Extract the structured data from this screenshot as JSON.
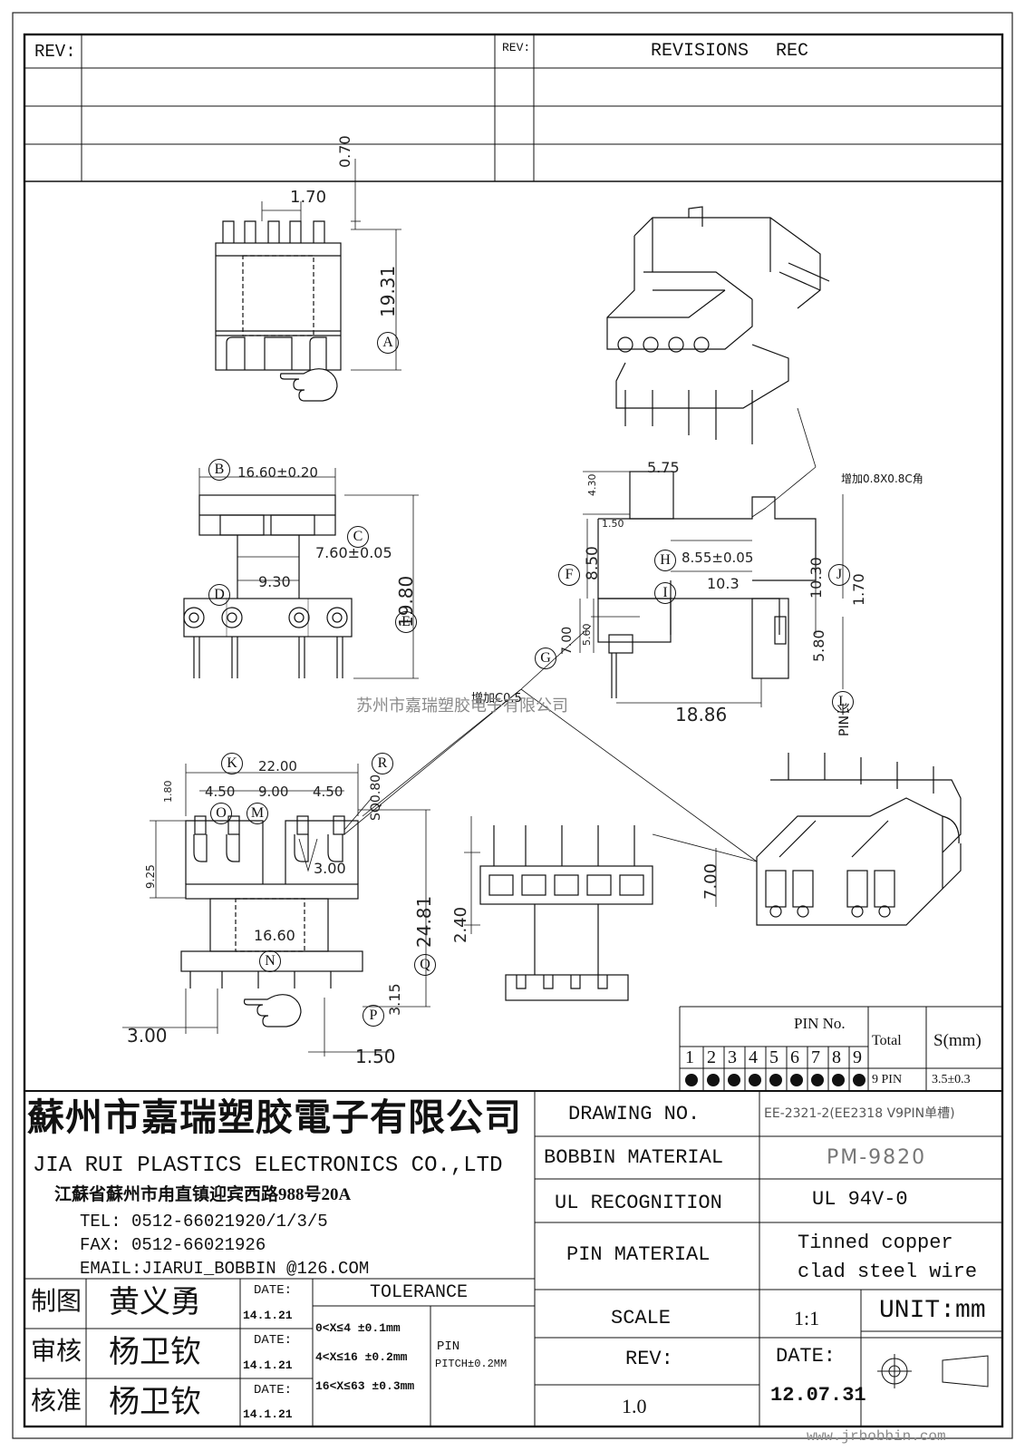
{
  "revision_block": {
    "rev_label_left": "REV:",
    "rev_label_right": "REV:",
    "revisions_header": "REVISIONS",
    "rec_header": "REC"
  },
  "dimensions": {
    "d_0_70": "0.70",
    "d_1_70_top": "1.70",
    "d_19_31": "19.31",
    "d_16_60_020": "16.60±0.20",
    "d_7_60_005": "7.60±0.05",
    "d_9_30": "9.30",
    "d_19_80": "19.80",
    "d_5_75": "5.75",
    "d_4_30": "4.30",
    "d_1_50": "1.50",
    "d_8_50": "8.50",
    "d_8_55_005": "8.55±0.05",
    "d_10_3": "10.3",
    "d_10_30": "10.30",
    "d_1_70_right": "1.70",
    "d_7_00_left": "7.00",
    "d_5_60": "5.60",
    "d_5_80": "5.80",
    "d_18_86": "18.86",
    "d_22_00": "22.00",
    "d_1_80": "1.80",
    "d_4_50_a": "4.50",
    "d_9_00": "9.00",
    "d_4_50_b": "4.50",
    "d_sq0_80": "SQ0.80",
    "d_9_25": "9.25",
    "d_3_00_inner": "3.00",
    "d_16_60": "16.60",
    "d_24_81": "24.81",
    "d_3_15": "3.15",
    "d_3_00": "3.00",
    "d_1_50_bottom": "1.50",
    "d_2_40": "2.40",
    "d_7_00_right": "7.00"
  },
  "callouts": {
    "A": "A",
    "B": "B",
    "C": "C",
    "D": "D",
    "E": "E",
    "F": "F",
    "G": "G",
    "H": "H",
    "I": "I",
    "J": "J",
    "K": "K",
    "L": "L",
    "M": "M",
    "N": "N",
    "O": "O",
    "P": "P",
    "Q": "Q",
    "R": "R"
  },
  "notes": {
    "chamfer_note": "增加0.8X0.8C角",
    "c05_note": "增加C0.5",
    "pin_length": "PIN长",
    "watermark_company": "苏州市嘉瑞塑胶电子有限公司"
  },
  "pin_table": {
    "header": "PIN No.",
    "total_header": "Total",
    "s_header": "S(mm)",
    "pins": [
      "1",
      "2",
      "3",
      "4",
      "5",
      "6",
      "7",
      "8",
      "9"
    ],
    "present": [
      true,
      true,
      true,
      true,
      true,
      true,
      true,
      true,
      true
    ],
    "total_value": "9 PIN",
    "s_value": "3.5±0.3"
  },
  "company": {
    "name_cn": "蘇州市嘉瑞塑胶電子有限公司",
    "name_en": "JIA RUI PLASTICS ELECTRONICS CO.,LTD",
    "address": "江蘇省蘇州市甪直镇迎宾西路988号20A",
    "tel": "TEL: 0512-66021920/1/3/5",
    "fax": "FAX: 0512-66021926",
    "email": "EMAIL:JIARUI_BOBBIN @126.COM"
  },
  "approvals": [
    {
      "role": "制图",
      "name": "黄义勇",
      "date_label": "DATE:",
      "date": "14.1.21"
    },
    {
      "role": "审核",
      "name": "杨卫钦",
      "date_label": "DATE:",
      "date": "14.1.21"
    },
    {
      "role": "核准",
      "name": "杨卫钦",
      "date_label": "DATE:",
      "date": "14.1.21"
    }
  ],
  "tolerance": {
    "header": "TOLERANCE",
    "rows": [
      "0<X≤4  ±0.1mm",
      "4<X≤16 ±0.2mm",
      "16<X≤63 ±0.3mm"
    ],
    "pin_label": "PIN",
    "pitch": "PITCH±0.2MM"
  },
  "title_block": {
    "drawing_no_label": "DRAWING   NO.",
    "drawing_no": "EE-2321-2(EE2318  V9PIN单槽)",
    "bobbin_label": "BOBBIN   MATERIAL",
    "bobbin_value": "PM-9820",
    "ul_label": "UL RECOGNITION",
    "ul_value": "UL 94V-0",
    "pin_mat_label": "PIN MATERIAL",
    "pin_mat_line1": "Tinned copper",
    "pin_mat_line2": "clad steel wire",
    "scale_label": "SCALE",
    "scale_value": "1:1",
    "unit": "UNIT:mm",
    "rev_label": "REV:",
    "rev_value": "1.0",
    "date_label": "DATE:",
    "date_value": "12.07.31",
    "website": "www.jrbobbin.com"
  }
}
